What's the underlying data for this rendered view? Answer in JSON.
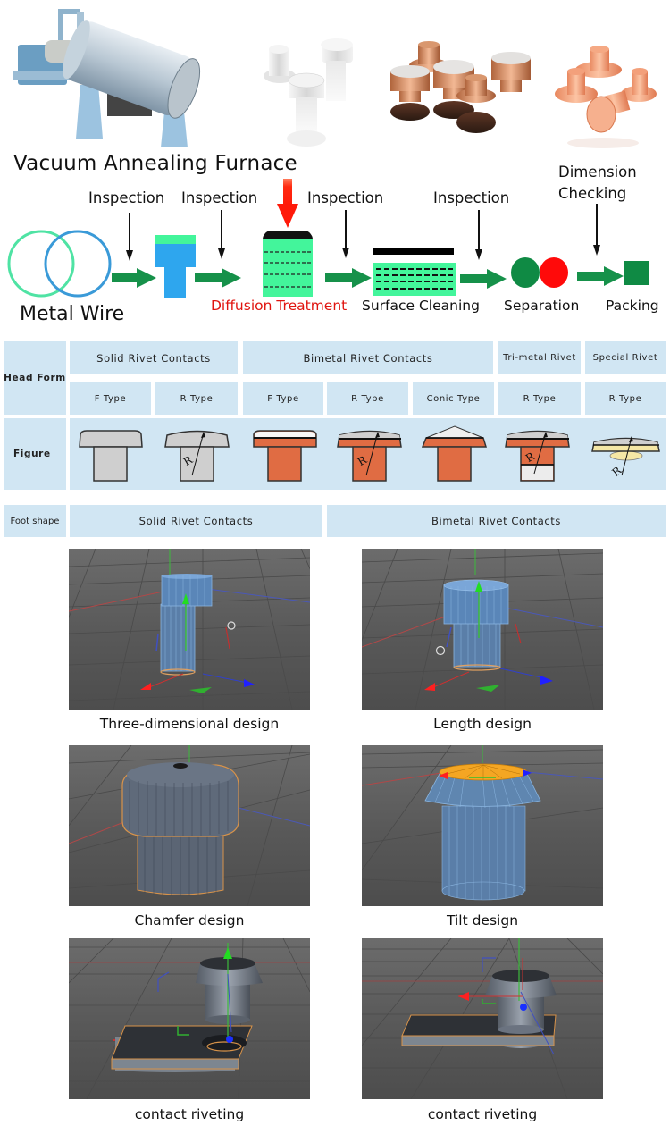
{
  "top": {
    "furnace_title": "Vacuum Annealing Furnace",
    "images": [
      {
        "name": "vacuum-annealing-furnace",
        "desc": "Vacuum annealing furnace machine"
      },
      {
        "name": "silver-rivet-contacts",
        "desc": "Silver solid rivet contacts"
      },
      {
        "name": "bimetal-rivet-contacts",
        "desc": "Bimetal copper-silver rivet contacts"
      },
      {
        "name": "copper-rivet-contacts",
        "desc": "Copper rivet contacts"
      }
    ]
  },
  "flow": {
    "checks": [
      "Inspection",
      "Inspection",
      "Inspection",
      "Inspection"
    ],
    "dimension_check": [
      "Dimension",
      "Checking"
    ],
    "steps": {
      "metal_wire": "Metal Wire",
      "diffusion": "Diffusion Treatment",
      "surface_cleaning": "Surface Cleaning",
      "separation": "Separation",
      "packing": "Packing"
    },
    "colors": {
      "arrow_green": "#16914a",
      "red_arrow": "#ff1a0a",
      "wire_green": "#4fe3a4",
      "wire_blue": "#3a9ad8",
      "mint": "#43f59b",
      "blue": "#2ea6ee",
      "sep_green": "#0f8a44",
      "sep_red": "#ff0a0a"
    }
  },
  "table": {
    "row_labels": {
      "head_form": "Head Form",
      "figure": "Figure",
      "foot_shape": "Foot shape"
    },
    "groups": [
      "Solid Rivet Contacts",
      "Bimetal  Rivet Contacts",
      "Tri-metal Rivet",
      "Special Rivet"
    ],
    "types": [
      "F  Type",
      "R  Type",
      "F  Type",
      "R  Type",
      "Conic Type",
      "R  Type",
      "R  Type"
    ],
    "figures": [
      {
        "name": "solid-f-type",
        "material": "solid"
      },
      {
        "name": "solid-r-type",
        "material": "solid",
        "label": "R"
      },
      {
        "name": "bimetal-f-type",
        "material": "bimetal"
      },
      {
        "name": "bimetal-r-type",
        "material": "bimetal",
        "label": "R"
      },
      {
        "name": "bimetal-conic-type",
        "material": "bimetal"
      },
      {
        "name": "trimetal-r-type",
        "material": "trimetal",
        "label": "R"
      },
      {
        "name": "special-r-type",
        "material": "special",
        "label": "R"
      }
    ],
    "foot_groups": [
      "Solid Rivet Contacts",
      "Bimetal  Rivet Contacts"
    ],
    "colors": {
      "cell": "#d1e6f3",
      "copper": "#e06c43",
      "silver": "#cfcfcf",
      "gold": "#f5e7a5"
    }
  },
  "designs": [
    {
      "caption": "Three-dimensional design"
    },
    {
      "caption": "Length design"
    },
    {
      "caption": "Chamfer design"
    },
    {
      "caption": "Tilt design"
    },
    {
      "caption": "contact riveting"
    },
    {
      "caption": "contact riveting"
    }
  ]
}
